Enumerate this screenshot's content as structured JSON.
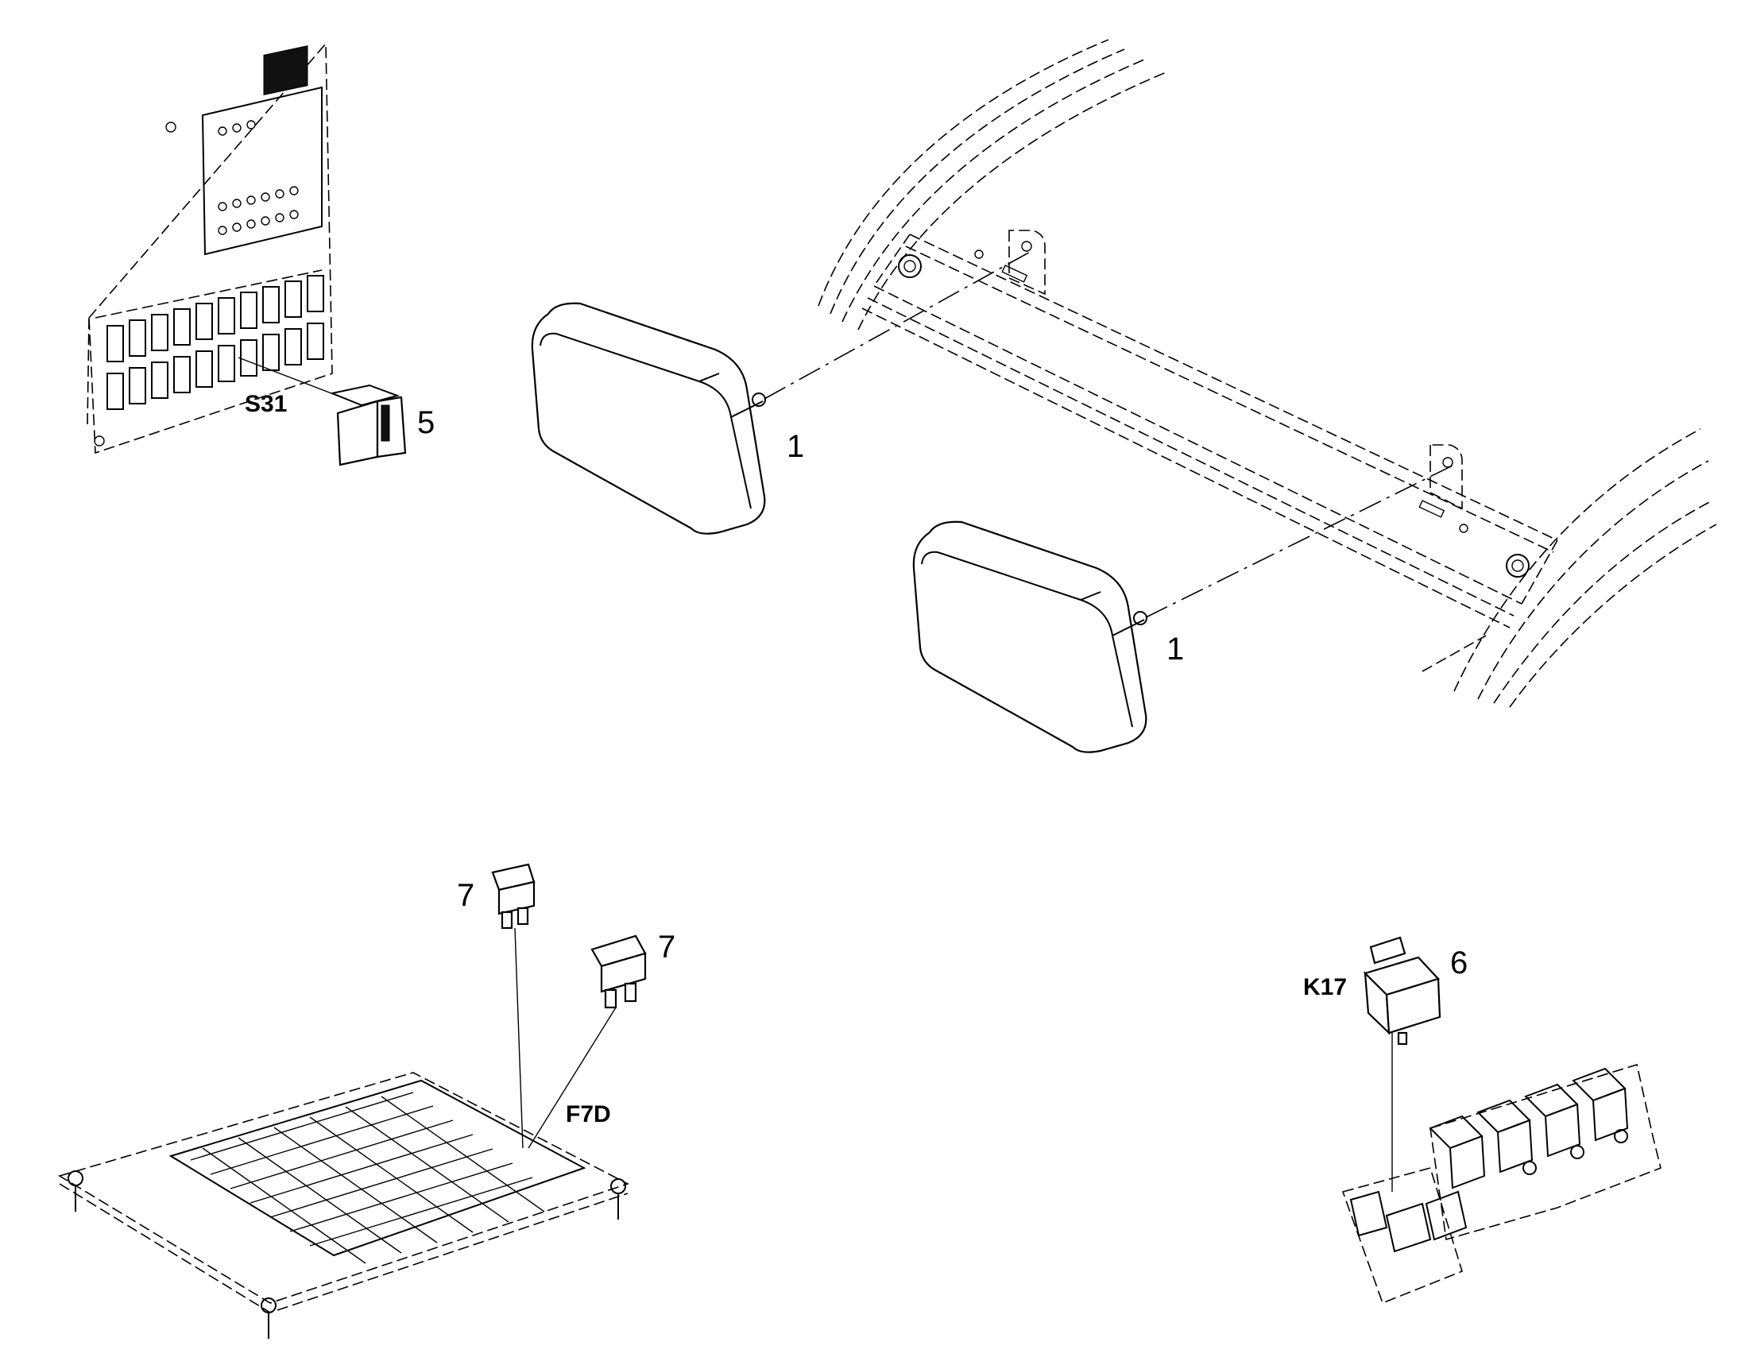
{
  "labels": {
    "lamp_upper_num": "1",
    "lamp_lower_num": "1",
    "switch_num": "5",
    "switch_code": "S31",
    "relay_num": "6",
    "relay_code": "K17",
    "fuse_a_num": "7",
    "fuse_b_num": "7",
    "fuse_code": "F7D"
  }
}
